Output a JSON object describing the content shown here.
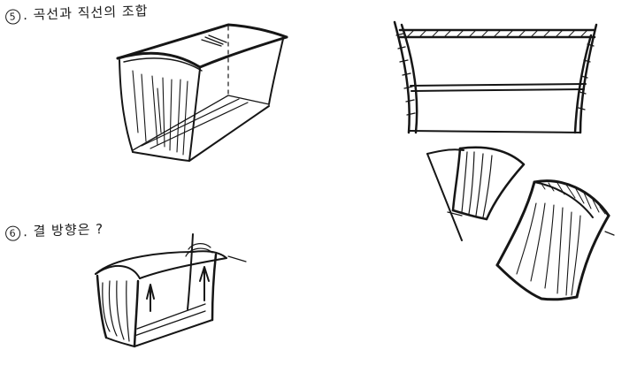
{
  "notes": [
    {
      "number": "5",
      "text": ". 곡선과 직선의 조합"
    },
    {
      "number": "6",
      "text": ". 결 방향은 ?"
    }
  ],
  "ink_color": "#161616",
  "paper_color": "#ffffff"
}
